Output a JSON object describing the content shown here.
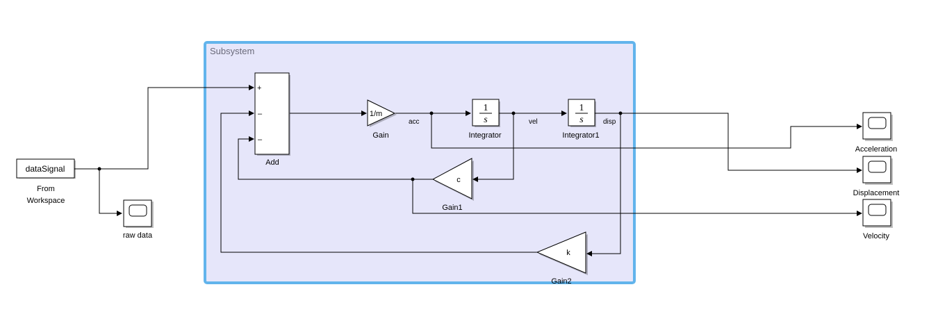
{
  "subsystem": {
    "title": "Subsystem",
    "fill": "#e6e6fa",
    "border": "#62b4ec"
  },
  "blocks": {
    "from_workspace": {
      "text": "dataSignal",
      "label_line1": "From",
      "label_line2": "Workspace"
    },
    "raw_scope": {
      "label": "raw data"
    },
    "add": {
      "label": "Add",
      "port1": "+",
      "port2": "–",
      "port3": "–"
    },
    "gain": {
      "text": "1/m",
      "label": "Gain"
    },
    "integrator": {
      "num": "1",
      "den": "s",
      "label": "Integrator"
    },
    "integrator1": {
      "num": "1",
      "den": "s",
      "label": "Integrator1"
    },
    "gain1": {
      "text": "c",
      "label": "Gain1"
    },
    "gain2": {
      "text": "k",
      "label": "Gain2"
    },
    "scope_acc": {
      "label": "Acceleration"
    },
    "scope_disp": {
      "label": "Displacement"
    },
    "scope_vel": {
      "label": "Velocity"
    }
  },
  "signals": {
    "acc": "acc",
    "vel": "vel",
    "disp": "disp"
  }
}
